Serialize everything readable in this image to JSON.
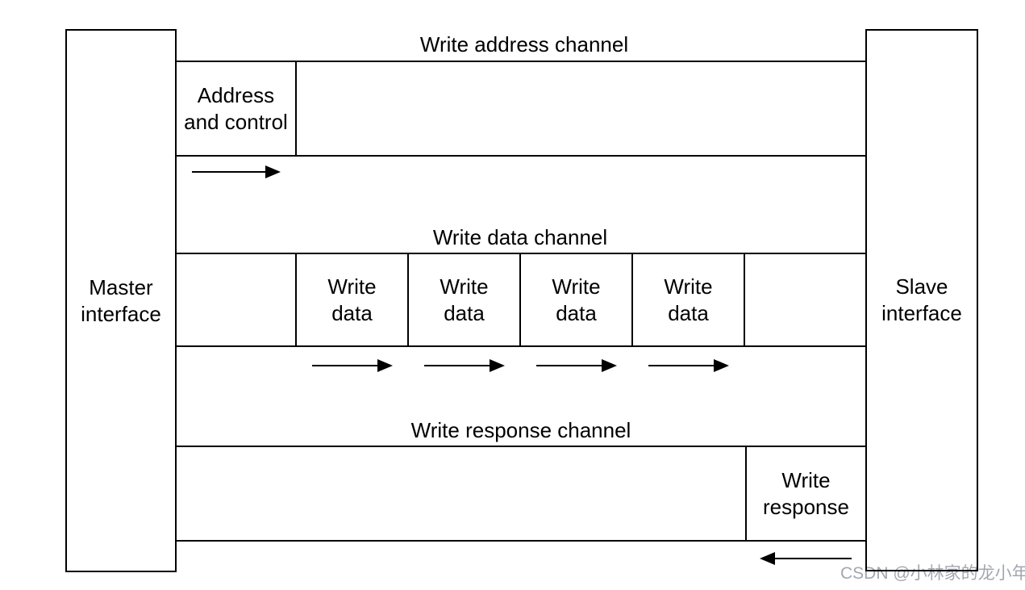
{
  "colors": {
    "line": "#000000",
    "text": "#000000",
    "watermark": "#a2a8b0",
    "background": "#ffffff"
  },
  "master_interface": {
    "line1": "Master",
    "line2": "interface"
  },
  "slave_interface": {
    "line1": "Slave",
    "line2": "interface"
  },
  "write_address_channel": {
    "title": "Write address channel",
    "payload": {
      "line1": "Address",
      "line2": "and control"
    },
    "arrow": {
      "direction": "right",
      "icon": "arrow-right-icon"
    }
  },
  "write_data_channel": {
    "title": "Write data channel",
    "payloads": [
      {
        "line1": "Write",
        "line2": "data"
      },
      {
        "line1": "Write",
        "line2": "data"
      },
      {
        "line1": "Write",
        "line2": "data"
      },
      {
        "line1": "Write",
        "line2": "data"
      }
    ],
    "arrows": {
      "direction": "right",
      "count": 4,
      "icon": "arrow-right-icon"
    }
  },
  "write_response_channel": {
    "title": "Write response channel",
    "payload": {
      "line1": "Write",
      "line2": "response"
    },
    "arrow": {
      "direction": "left",
      "icon": "arrow-left-icon"
    }
  },
  "watermark": "CSDN @小林家的龙小年"
}
